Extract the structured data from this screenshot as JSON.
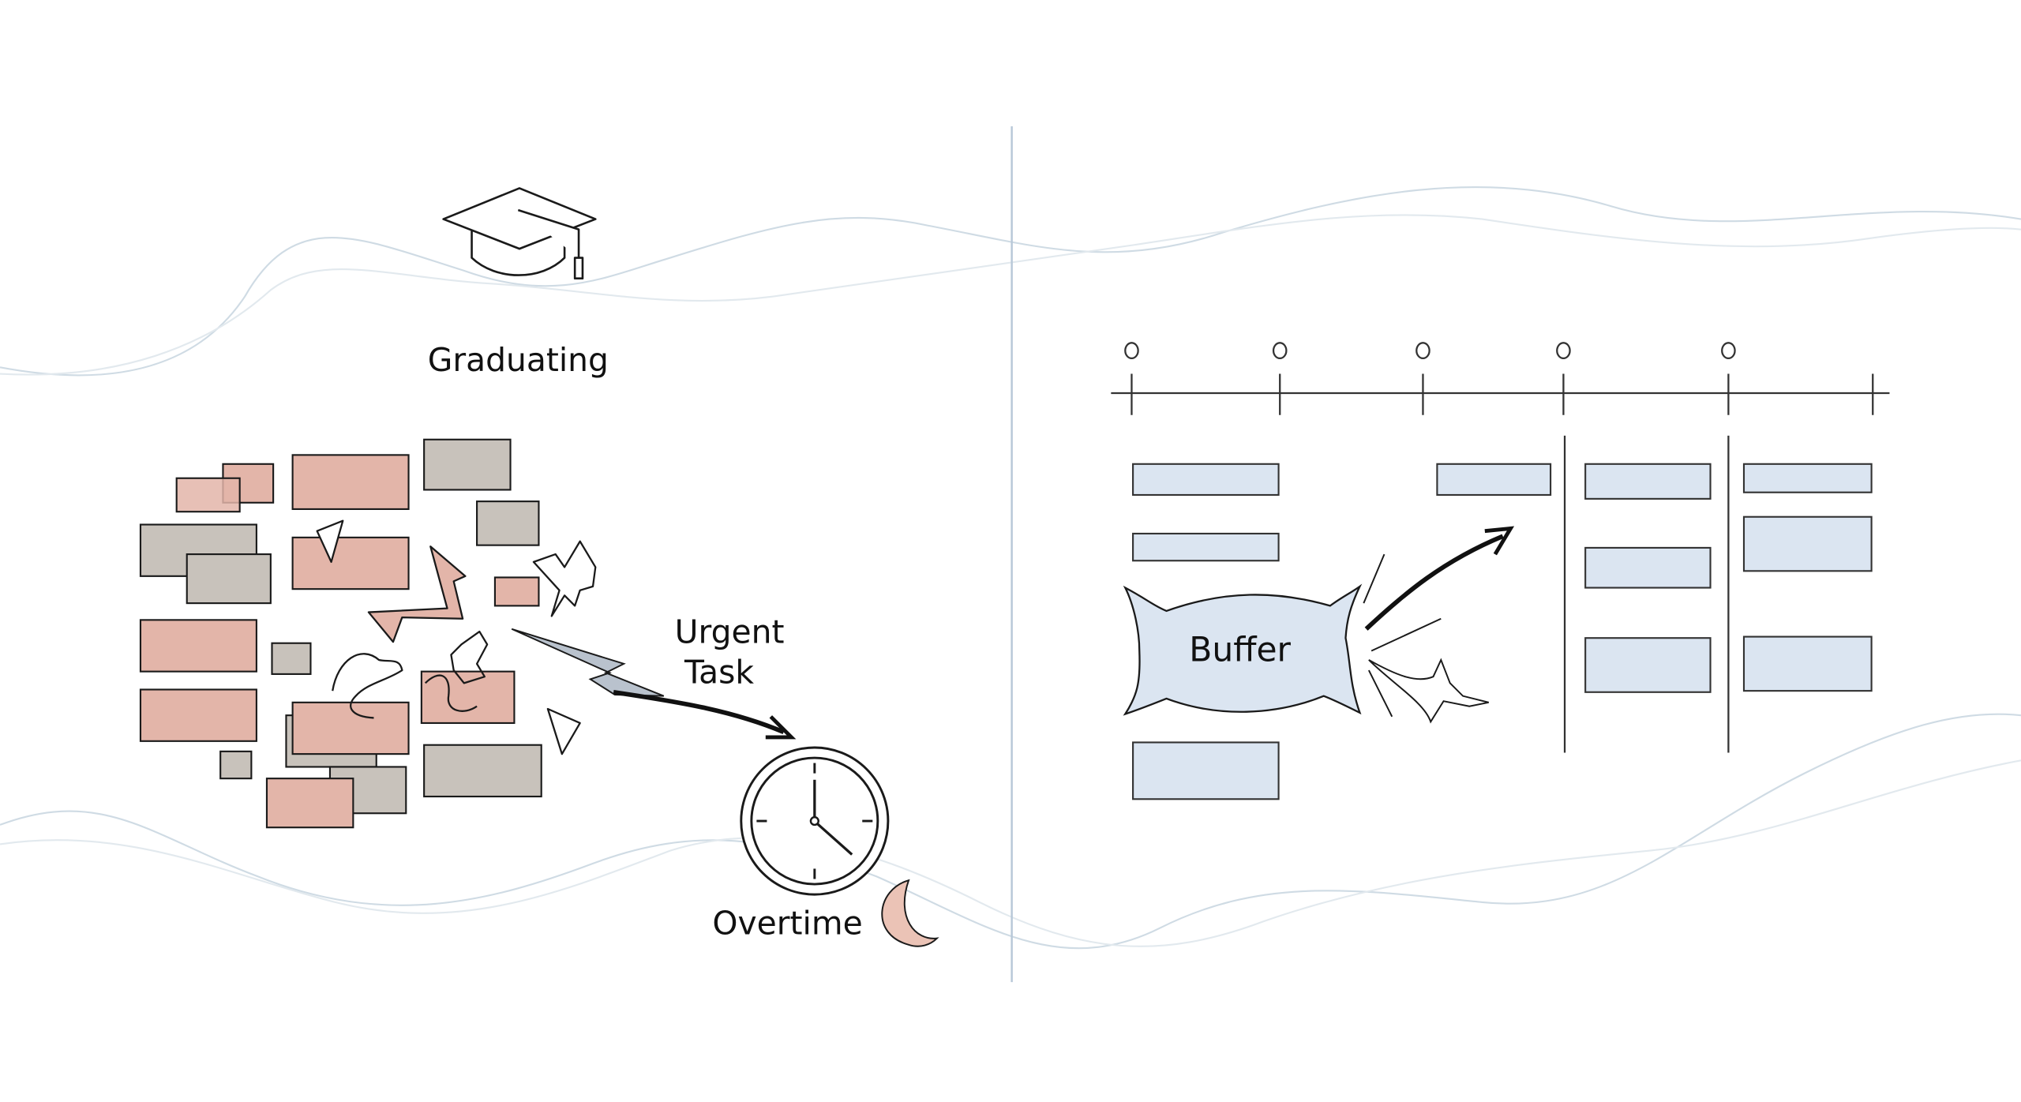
{
  "colors": {
    "background": "#ffffff",
    "stroke": "#1a1a1a",
    "chaos_pink": "#e3b5a9",
    "chaos_gray": "#c8c2bb",
    "urgent_bolt": "#b9c2cd",
    "plan_blue": "#dbe5f1",
    "moon": "#ebc3b6",
    "wave": "#c9d6e0",
    "divider": "#b8c8d8"
  },
  "left_panel": {
    "icon": "graduation-cap-icon",
    "title": "Graduating",
    "urgent_label": [
      "Urgent",
      "Task"
    ],
    "clock_icon": "clock-icon",
    "overtime_label": "Overtime",
    "moon_icon": "crescent-moon-icon"
  },
  "right_panel": {
    "buffer_label": "Buffer",
    "timeline_milestones": 5
  }
}
